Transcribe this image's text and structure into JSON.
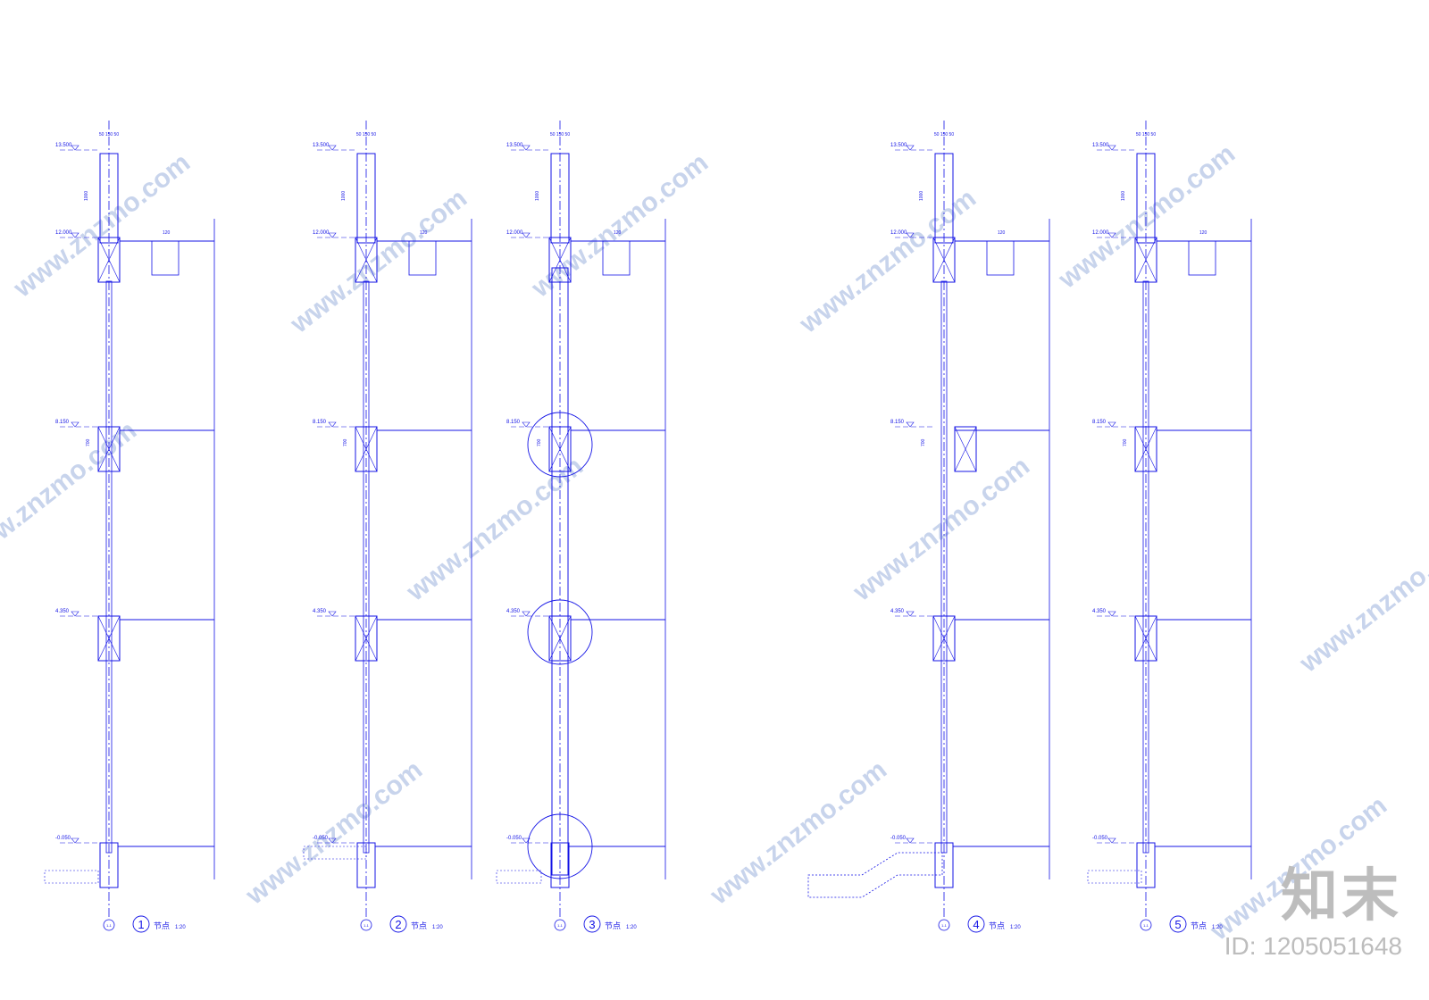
{
  "details": [
    {
      "num": "1",
      "title": "节点",
      "scale": "1:20",
      "axis": "1-1"
    },
    {
      "num": "2",
      "title": "节点",
      "scale": "1:20",
      "axis": "1-1"
    },
    {
      "num": "3",
      "title": "节点",
      "scale": "1:20",
      "axis": "1-1"
    },
    {
      "num": "4",
      "title": "节点",
      "scale": "1:20",
      "axis": "1-1"
    },
    {
      "num": "5",
      "title": "节点",
      "scale": "1:20",
      "axis": "1-1"
    }
  ],
  "elevations": [
    "13.500",
    "12.000",
    "8.150",
    "4.350",
    "-0.050"
  ],
  "dims": {
    "top": "50 150 50",
    "parapet": "1000",
    "beam": "700",
    "slab": "120"
  },
  "watermark_text": "www.znzmo.com",
  "brand": {
    "logo": "知末",
    "id": "ID: 1205051648"
  },
  "colors": {
    "line": "#1414e6",
    "watermark": "#c8d4ec",
    "brand": "#bdbdbd"
  }
}
